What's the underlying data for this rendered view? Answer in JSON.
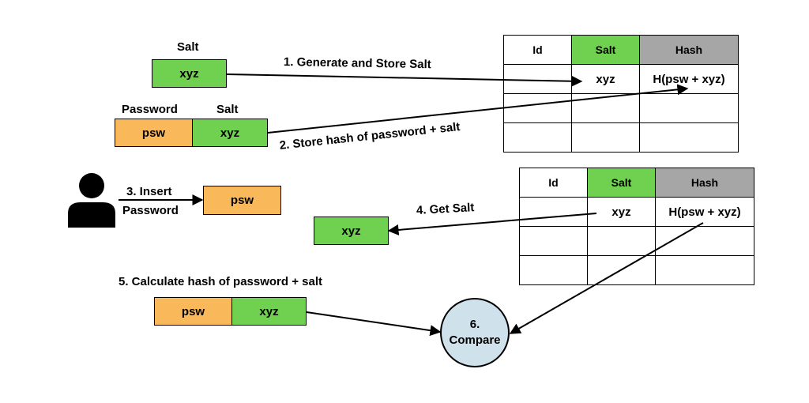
{
  "top": {
    "salt_header": "Salt",
    "salt_value": "xyz",
    "password_header": "Password",
    "salt_header2": "Salt",
    "password_value": "psw",
    "salt_value2": "xyz"
  },
  "steps": {
    "step1": "1. Generate and Store Salt",
    "step2": "2. Store hash of password + salt",
    "step3_line1": "3. Insert",
    "step3_line2": "Password",
    "step4": "4. Get Salt",
    "step5": "5. Calculate hash of password + salt",
    "step6_line1": "6.",
    "step6_line2": "Compare"
  },
  "table1": {
    "headers": [
      "Id",
      "Salt",
      "Hash"
    ],
    "rows": [
      [
        "",
        "xyz",
        "H(psw + xyz)"
      ],
      [
        "",
        "",
        ""
      ],
      [
        "",
        "",
        ""
      ]
    ]
  },
  "table2": {
    "headers": [
      "Id",
      "Salt",
      "Hash"
    ],
    "rows": [
      [
        "",
        "xyz",
        "H(psw + xyz)"
      ],
      [
        "",
        "",
        ""
      ],
      [
        "",
        "",
        ""
      ]
    ]
  },
  "inserted_password": "psw",
  "retrieved_salt": "xyz",
  "calc": {
    "password_value": "psw",
    "salt_value": "xyz"
  },
  "colors": {
    "salt_green": "#6fd14f",
    "password_orange": "#f9b95a",
    "hash_gray": "#a6a6a6",
    "compare_blue": "#cfe2ec"
  },
  "icons": [
    "user-icon"
  ]
}
